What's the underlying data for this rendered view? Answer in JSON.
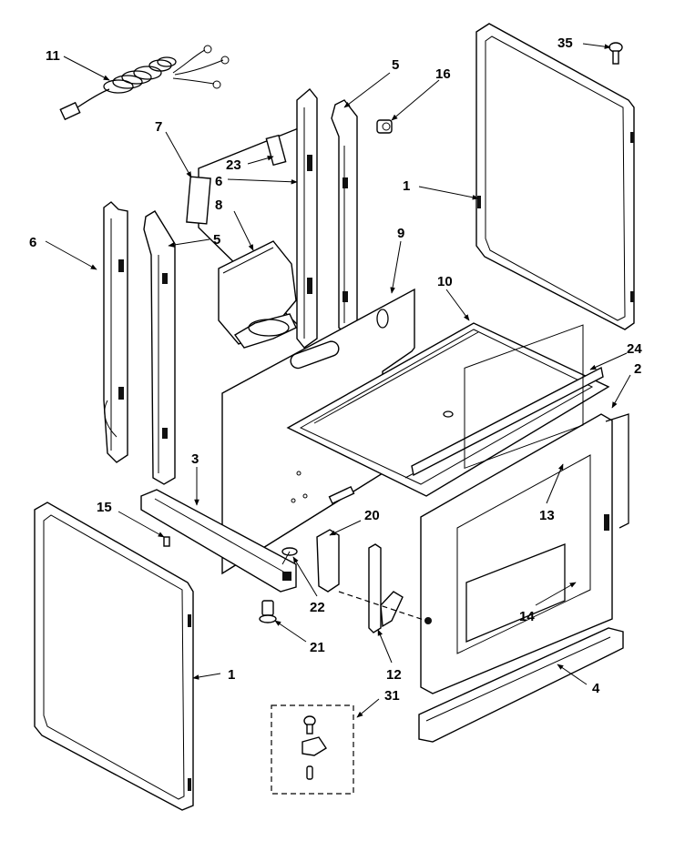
{
  "callouts": {
    "c11": "11",
    "c7": "7",
    "c23": "23",
    "c6_top": "6",
    "c8": "8",
    "c5_top": "5",
    "c16": "16",
    "c35": "35",
    "c1_top": "1",
    "c6_left": "6",
    "c5_mid": "5",
    "c9": "9",
    "c10": "10",
    "c24": "24",
    "c2": "2",
    "c3": "3",
    "c13": "13",
    "c15": "15",
    "c20": "20",
    "c22": "22",
    "c21": "21",
    "c14": "14",
    "c1_bottom": "1",
    "c12": "12",
    "c4": "4",
    "c31": "31"
  }
}
